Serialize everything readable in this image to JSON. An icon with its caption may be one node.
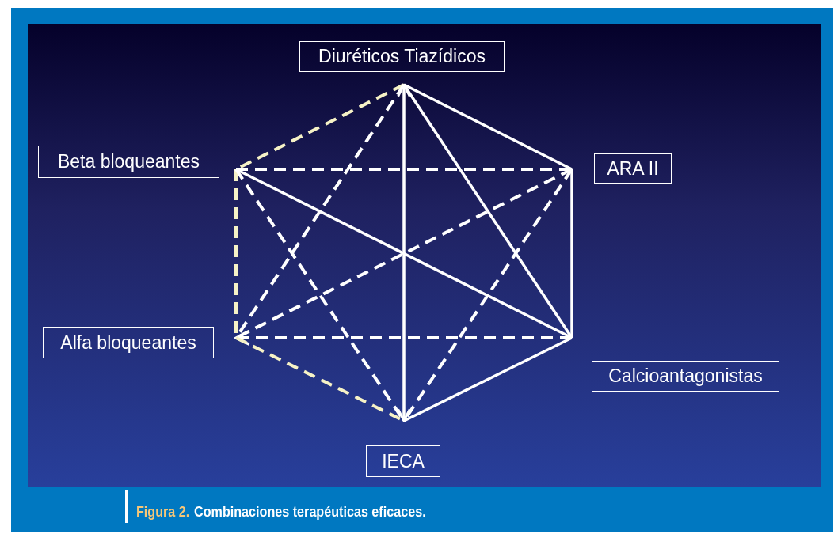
{
  "diagram": {
    "caption": "Combinaciones terapéuticas eficaces.",
    "nodes": [
      {
        "text": [
          "Diuréticos Tiazídicos"
        ]
      },
      {
        "text": [
          "Beta bloqueantes"
        ]
      },
      {
        "text": [
          "ARA II"
        ]
      },
      {
        "text": [
          "Alfa bloqueantes"
        ]
      },
      {
        "text": [
          "Calcioantagonistas"
        ]
      },
      {
        "text": [
          "IECA"
        ]
      }
    ],
    "edges": [
      {
        "from": 0,
        "to": 2,
        "arrow": "none"
      },
      {
        "from": 5,
        "to": 0,
        "arrow": "both"
      },
      {
        "from": 0,
        "to": 4,
        "arrow": "none"
      },
      {
        "from": 0,
        "to": 1,
        "arrow": "none",
        "style": "dashed",
        "color": "#f6f2c6"
      },
      {
        "from": 0,
        "to": 3,
        "arrow": "none",
        "style": "dashed"
      },
      {
        "from": 1,
        "to": 2,
        "arrow": "none",
        "style": "dashed"
      },
      {
        "from": 1,
        "to": 4,
        "arrow": "none"
      },
      {
        "from": 1,
        "to": 3,
        "arrow": "none",
        "style": "dashed",
        "color": "#f6f2c6"
      },
      {
        "from": 1,
        "to": 5,
        "arrow": "none",
        "style": "dashed"
      },
      {
        "from": 2,
        "to": 4,
        "arrow": "none"
      },
      {
        "from": 2,
        "to": 3,
        "arrow": "none",
        "style": "dashed"
      },
      {
        "from": 2,
        "to": 5,
        "arrow": "none",
        "style": "dashed"
      },
      {
        "from": 4,
        "to": 3,
        "arrow": "to",
        "style": "dashed"
      },
      {
        "from": 4,
        "to": 5,
        "arrow": "none"
      },
      {
        "from": 3,
        "to": 5,
        "arrow": "none",
        "style": "dashed",
        "color": "#f6f2c6"
      }
    ],
    "labels": [
      "Figura 2."
    ]
  }
}
